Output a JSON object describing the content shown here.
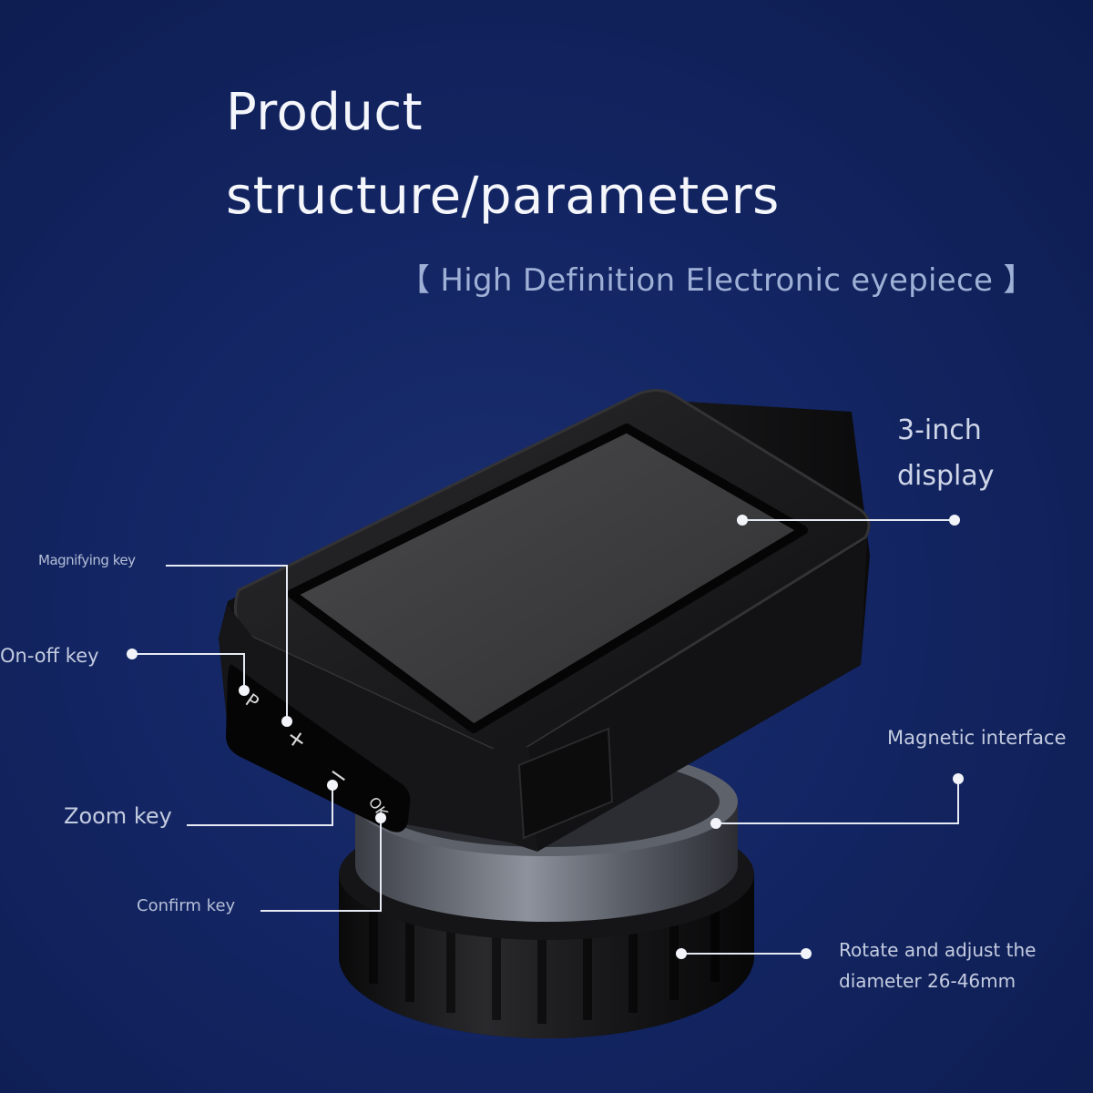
{
  "header": {
    "title_line1": "Product",
    "title_line2": "structure/parameters",
    "subtitle": "【 High Definition Electronic eyepiece 】"
  },
  "callouts": {
    "display_line1": "3-inch",
    "display_line2": "display",
    "magnifying_key": "Magnifying key",
    "on_off_key": "On-off key",
    "zoom_key": "Zoom key",
    "confirm_key": "Confirm key",
    "magnetic_interface": "Magnetic interface",
    "rotate_line1": "Rotate and adjust the",
    "rotate_line2": "diameter 26-46mm"
  },
  "buttons": {
    "power": "P",
    "plus": "+",
    "minus": "−",
    "ok": "OK"
  },
  "colors": {
    "background": "#132563",
    "callout_line": "#e6eaf4",
    "device_body": "#1b1b1d",
    "screen": "#3a3a3c"
  }
}
